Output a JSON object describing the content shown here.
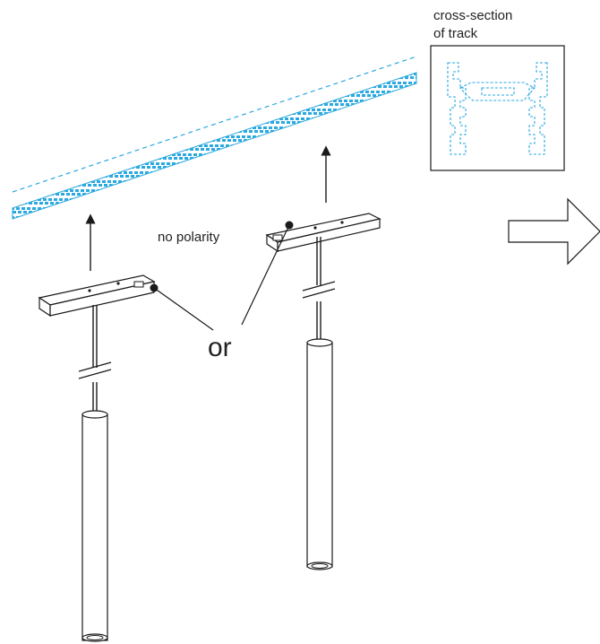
{
  "labels": {
    "cross_section_line1": "cross-section",
    "cross_section_line2": "of track",
    "no_polarity": "no polarity",
    "or": "or"
  },
  "colors": {
    "track": "#2aa8e0",
    "line": "#1a1a1a",
    "background": "#ffffff"
  },
  "icons": {
    "direction": "right-arrow-outline-icon",
    "mount": "upward-arrow-icon"
  }
}
